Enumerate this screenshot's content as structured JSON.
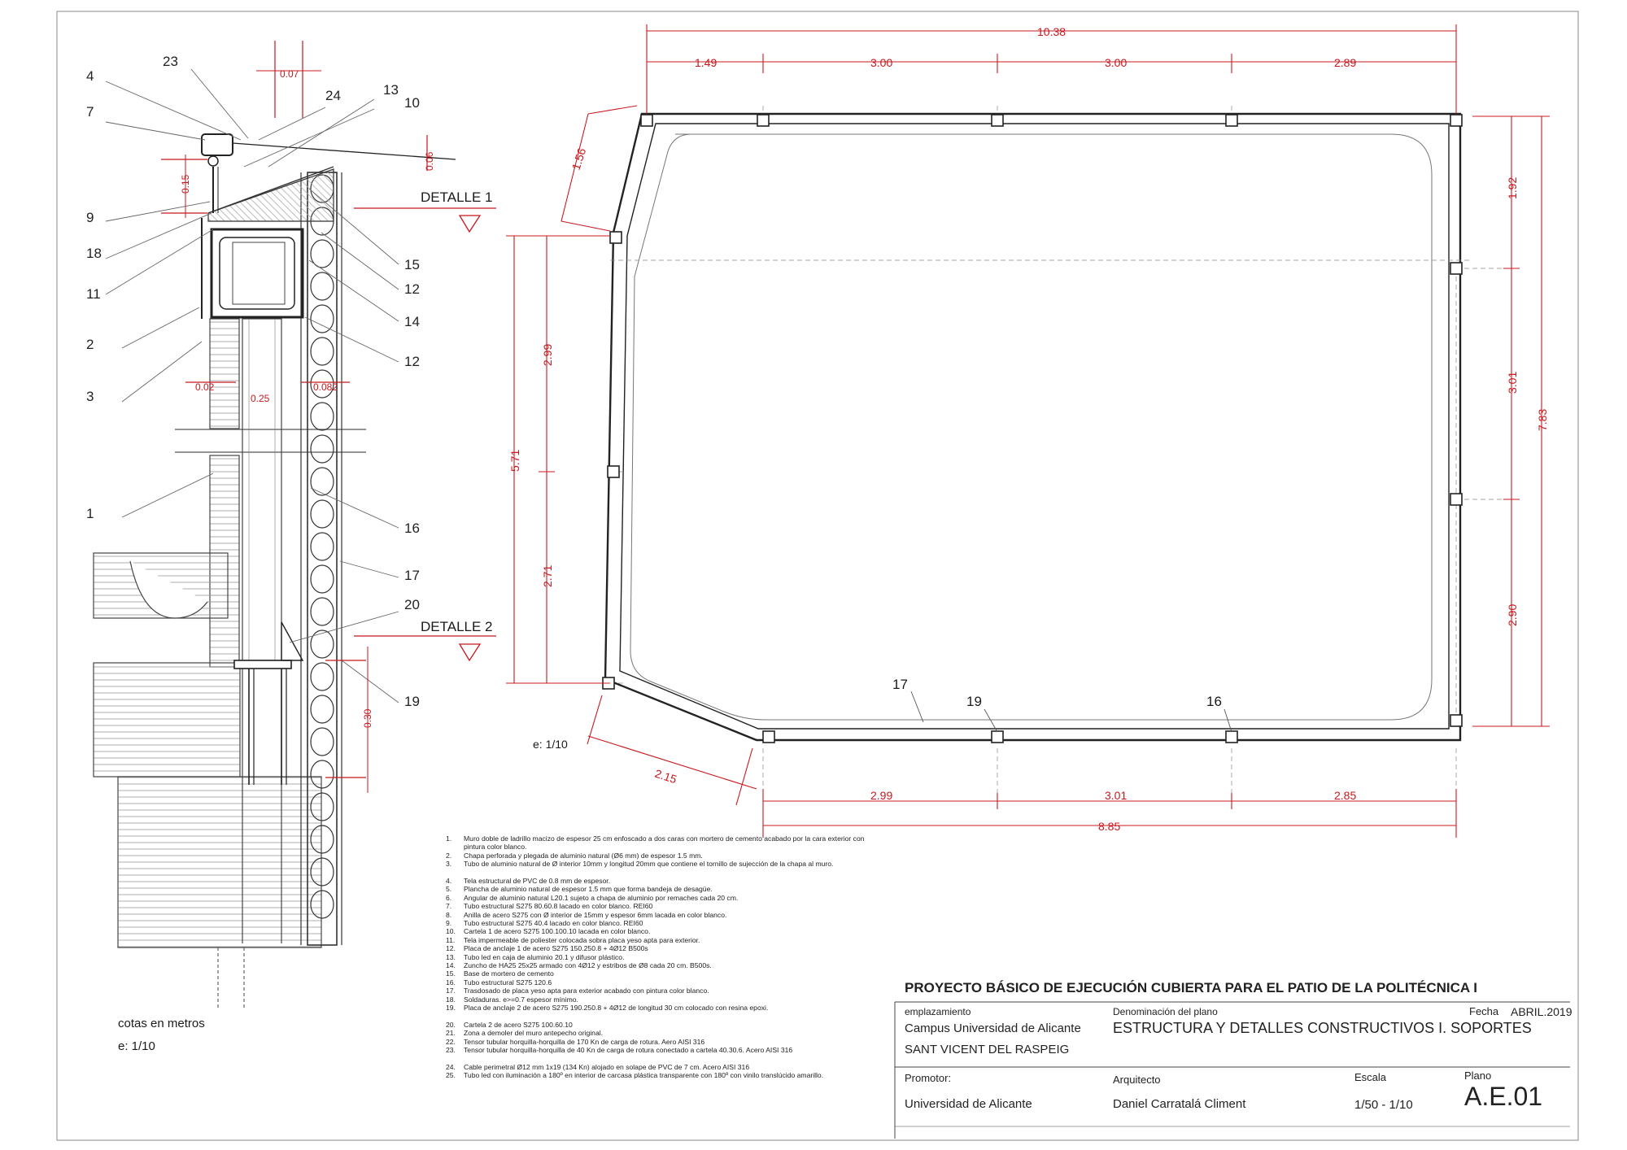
{
  "detail": {
    "callouts_left": [
      "4",
      "7",
      "9",
      "18",
      "11",
      "2",
      "3",
      "1"
    ],
    "callouts_top": [
      "23",
      "24",
      "13",
      "10"
    ],
    "callouts_right": [
      "15",
      "12",
      "14",
      "12",
      "16",
      "17",
      "20",
      "19"
    ],
    "dims": {
      "d007": "0.07",
      "d006": "0.06",
      "d015": "0.15",
      "d002": "0.02",
      "d025": "0.25",
      "d0082": "0.082",
      "d030": "0.30"
    },
    "detalle1": "DETALLE 1",
    "detalle2": "DETALLE 2",
    "cotas": "cotas en metros",
    "scale": "e: 1/10"
  },
  "plan": {
    "top_total": "10.38",
    "top_segments": [
      "1.49",
      "3.00",
      "3.00",
      "2.89"
    ],
    "bottom_total": "8.85",
    "bottom_segments": [
      "2.99",
      "3.01",
      "2.85"
    ],
    "left_total": "5.71",
    "left_segments": [
      "2.99",
      "2.71"
    ],
    "right_total": "7.83",
    "right_segments": [
      "1.92",
      "3.01",
      "2.90"
    ],
    "diag_top": "1.56",
    "diag_bottom": "2.15",
    "labels": [
      "17",
      "19",
      "16"
    ],
    "scale": "e: 1/10"
  },
  "legend": [
    {
      "n": "1.",
      "t": "Muro doble de ladrillo macizo de espesor 25 cm enfoscado a dos caras con mortero de cemento acabado por la cara exterior con pintura color blanco."
    },
    {
      "n": "2.",
      "t": "Chapa perforada y plegada de aluminio natural (Ø6 mm) de espesor 1.5 mm."
    },
    {
      "n": "3.",
      "t": "Tubo de aluminio natural de Ø interior 10mm y longitud 20mm que contiene el tornillo de sujección de la chapa al muro."
    },
    {
      "n": "4.",
      "t": "Tela estructural de PVC de 0.8 mm de espesor."
    },
    {
      "n": "5.",
      "t": "Plancha de aluminio natural de espesor 1.5 mm que forma bandeja de desagüe."
    },
    {
      "n": "6.",
      "t": "Angular de aluminio natural L20.1 sujeto a chapa de aluminio por remaches cada 20 cm."
    },
    {
      "n": "7.",
      "t": "Tubo estructural S275 80.60.8 lacado en color blanco. REI60"
    },
    {
      "n": "8.",
      "t": "Anilla de acero S275 con Ø interior de 15mm y espesor 6mm lacada en color blanco."
    },
    {
      "n": "9.",
      "t": "Tubo estructural S275 40.4 lacado en color blanco. REI60"
    },
    {
      "n": "10.",
      "t": "Cartela 1 de acero S275 100.100.10 lacada en color blanco."
    },
    {
      "n": "11.",
      "t": "Tela impermeable de poliester colocada sobra placa yeso apta para exterior."
    },
    {
      "n": "12.",
      "t": "Placa de anclaje 1 de acero S275 150.250.8 + 4Ø12 B500s"
    },
    {
      "n": "13.",
      "t": "Tubo led en caja de aluminio 20.1 y difusor plástico."
    },
    {
      "n": "14.",
      "t": "Zuncho de HA25 25x25 armado con 4Ø12 y estribos de Ø8 cada 20 cm. B500s."
    },
    {
      "n": "15.",
      "t": "Base de mortero de cemento"
    },
    {
      "n": "16.",
      "t": "Tubo estructural S275 120.6"
    },
    {
      "n": "17.",
      "t": "Trasdosado de placa yeso apta para exterior acabado con pintura color blanco."
    },
    {
      "n": "18.",
      "t": "Soldaduras. e>=0.7 espesor mínimo."
    },
    {
      "n": "19.",
      "t": "Placa de anclaje 2 de acero S275 190.250.8 + 4Ø12 de longitud 30 cm colocado con resina epoxi."
    },
    {
      "n": "20.",
      "t": "Cartela 2 de acero S275 100.60.10"
    },
    {
      "n": "21.",
      "t": "Zona a demoler del muro antepecho original."
    },
    {
      "n": "22.",
      "t": "Tensor tubular horquilla-horquilla de 170 Kn de carga de rotura. Aero AISI 316"
    },
    {
      "n": "23.",
      "t": "Tensor tubular horquilla-horquilla de 40 Kn de carga de rotura conectado a cartela 40.30.6. Acero AISI 316"
    },
    {
      "n": "24.",
      "t": "Cable perimetral Ø12 mm 1x19  (134 Kn) alojado en solape de PVC de 7 cm. Acero AISI 316"
    },
    {
      "n": "25.",
      "t": "Tubo led con iluminación a 180º en interior de carcasa plástica transparente con 180º con vinilo translúcido amarillo."
    }
  ],
  "titleblock": {
    "title": "PROYECTO  BÁSICO DE EJECUCIÓN CUBIERTA PARA EL PATIO DE LA POLITÉCNICA I",
    "emplazamiento_label": "emplazamiento",
    "emplazamiento_1": "Campus Universidad de Alicante",
    "emplazamiento_2": "SANT VICENT DEL RASPEIG",
    "denominacion_label": "Denominación del plano",
    "denominacion": "ESTRUCTURA Y DETALLES CONSTRUCTIVOS I. SOPORTES",
    "fecha_label": "Fecha",
    "fecha": "ABRIL.2019",
    "promotor_label": "Promotor:",
    "promotor": "Universidad de Alicante",
    "arquitecto_label": "Arquitecto",
    "arquitecto": "Daniel Carratalá Climent",
    "escala_label": "Escala",
    "escala": "1/50 - 1/10",
    "plano_label": "Plano",
    "plano": "A.E.01"
  }
}
